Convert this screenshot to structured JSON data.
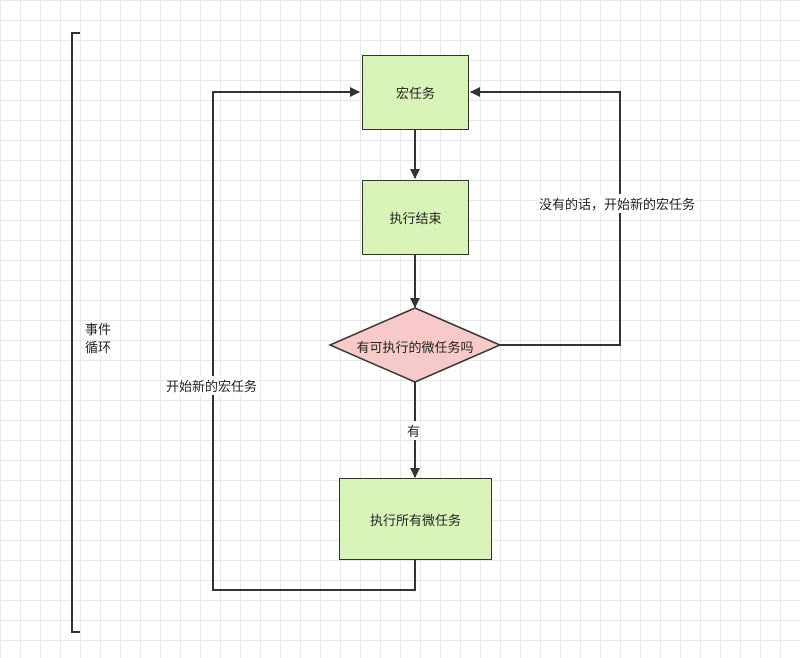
{
  "colors": {
    "box_fill": "#d9f4b8",
    "diamond_fill": "#f8c9c9",
    "stroke": "#333333"
  },
  "bracket": {
    "label_line1": "事件",
    "label_line2": "循环"
  },
  "nodes": {
    "macro_task": "宏任务",
    "exec_end": "执行结束",
    "decision": "有可执行的微任务吗",
    "exec_all_micro": "执行所有微任务"
  },
  "edges": {
    "yes_label": "有",
    "no_label": "没有的话，开始新的宏任务",
    "loop_label": "开始新的宏任务"
  }
}
